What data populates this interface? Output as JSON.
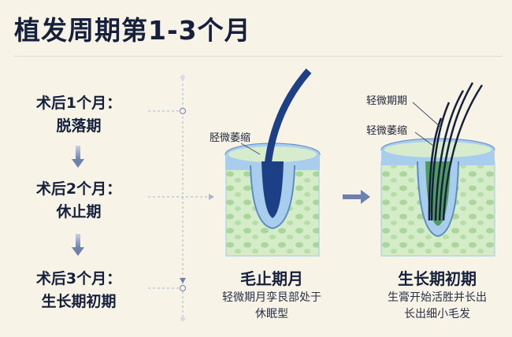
{
  "title": "植发周期第1-3个月",
  "steps": [
    {
      "month": "术后1个月：",
      "phase": "脱落期"
    },
    {
      "month": "术后2个月：",
      "phase": "休止期"
    },
    {
      "month": "术后3个月：",
      "phase": "生长期初期"
    }
  ],
  "panels": [
    {
      "label": "胫微萎缩",
      "title": "毛止期月",
      "desc_lines": [
        "轻微期月孪艮部处于",
        "休眠型"
      ]
    },
    {
      "labels": [
        "轻微期期",
        "轻微萎缩"
      ],
      "title": "生长期初期",
      "desc_lines": [
        "生膏开始活胜并长出",
        "长出细小毛发"
      ]
    }
  ],
  "colors": {
    "text": "#16203d",
    "hair": "#1d3f86",
    "skin": "#a9cdec",
    "tissue": "#cfe8c6"
  }
}
